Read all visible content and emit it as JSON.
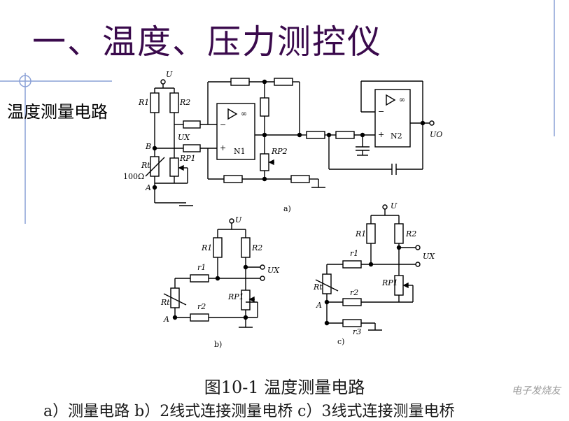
{
  "slide": {
    "title": "一、温度、压力测控仪",
    "side_label": "温度测量电路",
    "caption": "图10-1  温度测量电路",
    "subcaption": "a）测量电路 b）2线式连接测量电桥 c）3线式连接测量电桥",
    "watermark": "电子发烧友"
  },
  "diagram_a": {
    "label": "a)",
    "U": "U",
    "R1": "R1",
    "R2": "R2",
    "Ux": "UX",
    "B": "B",
    "Rt": "Rt",
    "r100": "100Ω",
    "A": "A",
    "Rp1": "RP1",
    "Rp2": "RP2",
    "N1": "N1",
    "N2": "N2",
    "Uo": "UO",
    "minus": "−",
    "plus": "+",
    "inf": "∞"
  },
  "diagram_b": {
    "label": "b)",
    "U": "U",
    "R1": "R1",
    "R2": "R2",
    "r1": "r1",
    "r2": "r2",
    "Ux": "UX",
    "Rt": "Rt",
    "A": "A",
    "Rp1": "RP1"
  },
  "diagram_c": {
    "label": "c)",
    "U": "U",
    "R1": "R1",
    "R2": "R2",
    "r1": "r1",
    "r2": "r2",
    "r3": "r3",
    "Ux": "UX",
    "Rt": "Rt",
    "A": "A",
    "Rp1": "RP1"
  }
}
